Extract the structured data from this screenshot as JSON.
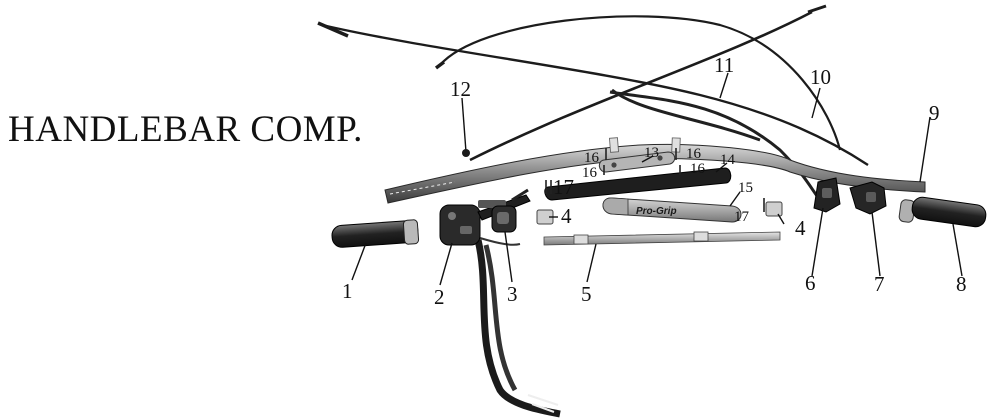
{
  "title": "HANDLEBAR COMP.",
  "grip_brand": "Pro-Grip",
  "callouts": [
    "1",
    "2",
    "3",
    "4",
    "5",
    "6",
    "7",
    "8",
    "9",
    "10",
    "11",
    "12",
    "13",
    "14",
    "15",
    "16",
    "17"
  ]
}
